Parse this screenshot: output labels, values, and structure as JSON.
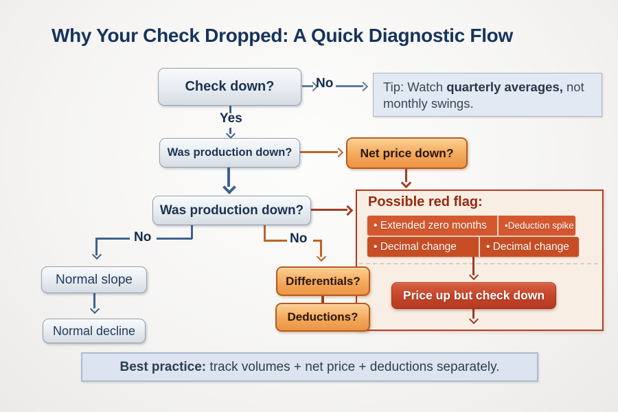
{
  "title": "Why Your Check Dropped: A Quick Diagnostic Flow",
  "flow": {
    "check_down": "Check down?",
    "no_top": "No",
    "yes": "Yes",
    "production_q1": "Was production down?",
    "net_price": "Net price down?",
    "production_q2": "Was production down?",
    "no_left": "No",
    "no_right": "No",
    "normal_slope": "Normal slope",
    "normal_decline": "Normal decline",
    "differentials": "Differentials?",
    "deductions": "Deductions?"
  },
  "tip": {
    "prefix": "Tip: Watch ",
    "bold": "quarterly averages,",
    "suffix": " not monthly swings."
  },
  "red_flag": {
    "header": "Possible red flag:",
    "row1": {
      "cell1": "• Extended zero months",
      "cell2": "•Deduction spike"
    },
    "row2": {
      "cell1": "• Decimal change",
      "cell2": "• Decimal change"
    },
    "button": "Price up but check down"
  },
  "footer": {
    "bold": "Best practice:",
    "rest": " track volumes + net price + deductions separately."
  },
  "colors": {
    "title_navy": "#16335c",
    "steel_blue": "#3c6292",
    "orange_node": "#ec9446",
    "orange_line": "#bf6228",
    "red_accent": "#a43a22",
    "panel_bg": "#f9eee4",
    "panel_border": "#b13a20",
    "row1_bg": "#d4582e",
    "row2_bg": "#c74e24",
    "button_bg": "#b53a20",
    "gray_node_border": "#939eab",
    "tip_bg": "#e3e9f2",
    "footer_bg": "#dde4ef"
  }
}
